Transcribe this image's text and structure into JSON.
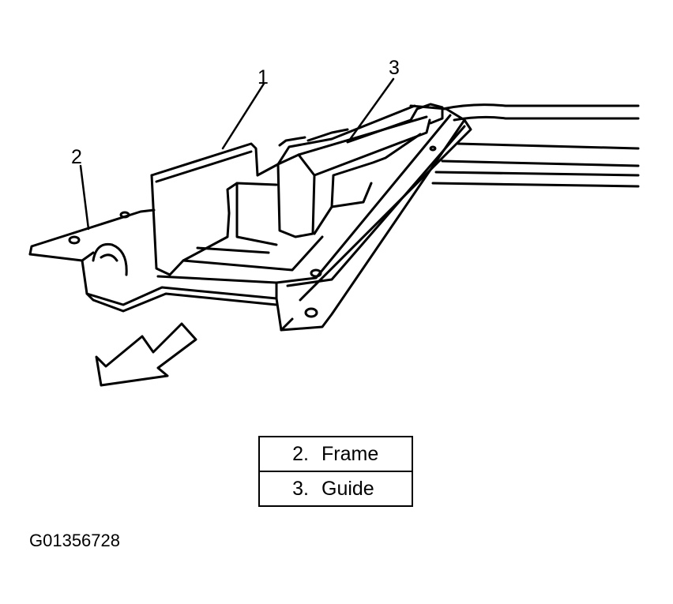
{
  "callouts": [
    {
      "number": "1"
    },
    {
      "number": "2"
    },
    {
      "number": "3"
    }
  ],
  "legend": [
    {
      "number": "2.",
      "name": "Frame"
    },
    {
      "number": "3.",
      "name": "Guide"
    }
  ],
  "figure_id": "G01356728"
}
